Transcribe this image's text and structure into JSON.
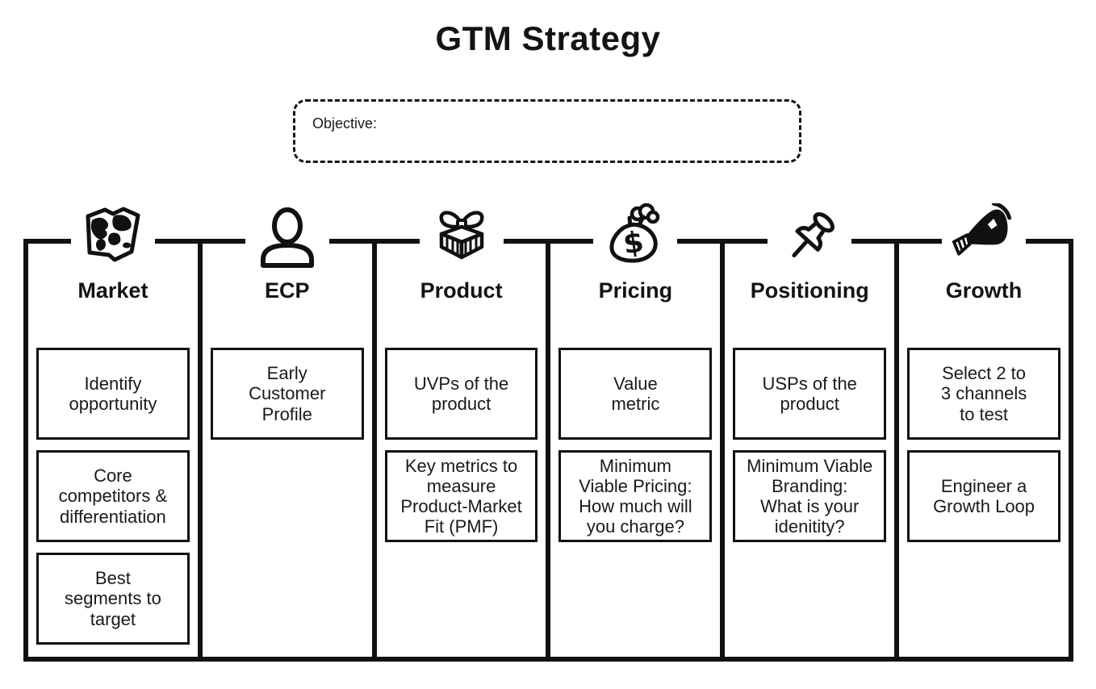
{
  "page": {
    "title": "GTM Strategy"
  },
  "objective": {
    "label": "Objective:"
  },
  "board": {
    "columns": [
      {
        "id": "market",
        "icon": "map-icon",
        "title": "Market",
        "boxes": [
          "Identify\nopportunity",
          "Core\ncompetitors &\ndifferentiation",
          "Best\nsegments to\ntarget"
        ]
      },
      {
        "id": "ecp",
        "icon": "person-icon",
        "title": "ECP",
        "boxes": [
          "Early\nCustomer\nProfile"
        ]
      },
      {
        "id": "product",
        "icon": "gift-icon",
        "title": "Product",
        "boxes": [
          "UVPs of the\nproduct",
          "Key metrics to\nmeasure\nProduct-Market\nFit (PMF)"
        ]
      },
      {
        "id": "pricing",
        "icon": "money-bag-icon",
        "title": "Pricing",
        "boxes": [
          "Value\nmetric",
          "Minimum\nViable Pricing:\nHow much will\nyou charge?"
        ]
      },
      {
        "id": "positioning",
        "icon": "push-pin-icon",
        "title": "Positioning",
        "boxes": [
          "USPs of the\nproduct",
          "Minimum Viable\nBranding:\nWhat is your\nidenitity?"
        ]
      },
      {
        "id": "growth",
        "icon": "megaphone-icon",
        "title": "Growth",
        "boxes": [
          "Select 2 to\n3 channels\nto test",
          "Engineer a\nGrowth Loop"
        ]
      }
    ]
  },
  "colors": {
    "ink": "#111111",
    "background": "#ffffff"
  }
}
